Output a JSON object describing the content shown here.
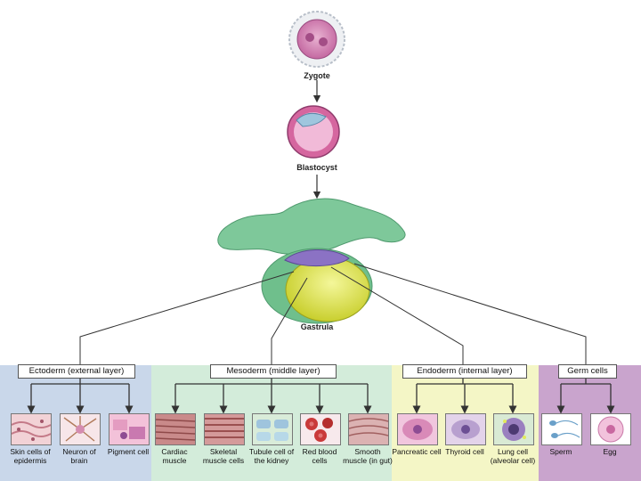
{
  "stages": {
    "zygote": "Zygote",
    "blastocyst": "Blastocyst",
    "gastrula": "Gastrula"
  },
  "layers": {
    "ectoderm": {
      "label": "Ectoderm (external layer)",
      "cells": [
        {
          "label": "Skin cells of epidermis",
          "icon": "skin-cells-icon"
        },
        {
          "label": "Neuron of brain",
          "icon": "neuron-icon"
        },
        {
          "label": "Pigment cell",
          "icon": "pigment-cell-icon"
        }
      ]
    },
    "mesoderm": {
      "label": "Mesoderm (middle layer)",
      "cells": [
        {
          "label": "Cardiac muscle",
          "icon": "cardiac-muscle-icon"
        },
        {
          "label": "Skeletal muscle cells",
          "icon": "skeletal-muscle-icon"
        },
        {
          "label": "Tubule cell of the kidney",
          "icon": "kidney-tubule-icon"
        },
        {
          "label": "Red blood cells",
          "icon": "red-blood-cells-icon"
        },
        {
          "label": "Smooth muscle (in gut)",
          "icon": "smooth-muscle-icon"
        }
      ]
    },
    "endoderm": {
      "label": "Endoderm (internal layer)",
      "cells": [
        {
          "label": "Pancreatic cell",
          "icon": "pancreatic-cell-icon"
        },
        {
          "label": "Thyroid cell",
          "icon": "thyroid-cell-icon"
        },
        {
          "label": "Lung cell (alveolar cell)",
          "icon": "lung-cell-icon"
        }
      ]
    },
    "germ": {
      "label": "Germ cells",
      "cells": [
        {
          "label": "Sperm",
          "icon": "sperm-icon"
        },
        {
          "label": "Egg",
          "icon": "egg-icon"
        }
      ]
    }
  },
  "colors": {
    "ectoderm_panel": "#c9d7ea",
    "mesoderm_panel": "#d3ecda",
    "endoderm_panel": "#f4f6c6",
    "germ_panel": "#c9a4cd",
    "gastrula_ectoderm": "#7ec89a",
    "gastrula_endoderm": "#e3e84a",
    "gastrula_mesoderm": "#8b72c4"
  }
}
